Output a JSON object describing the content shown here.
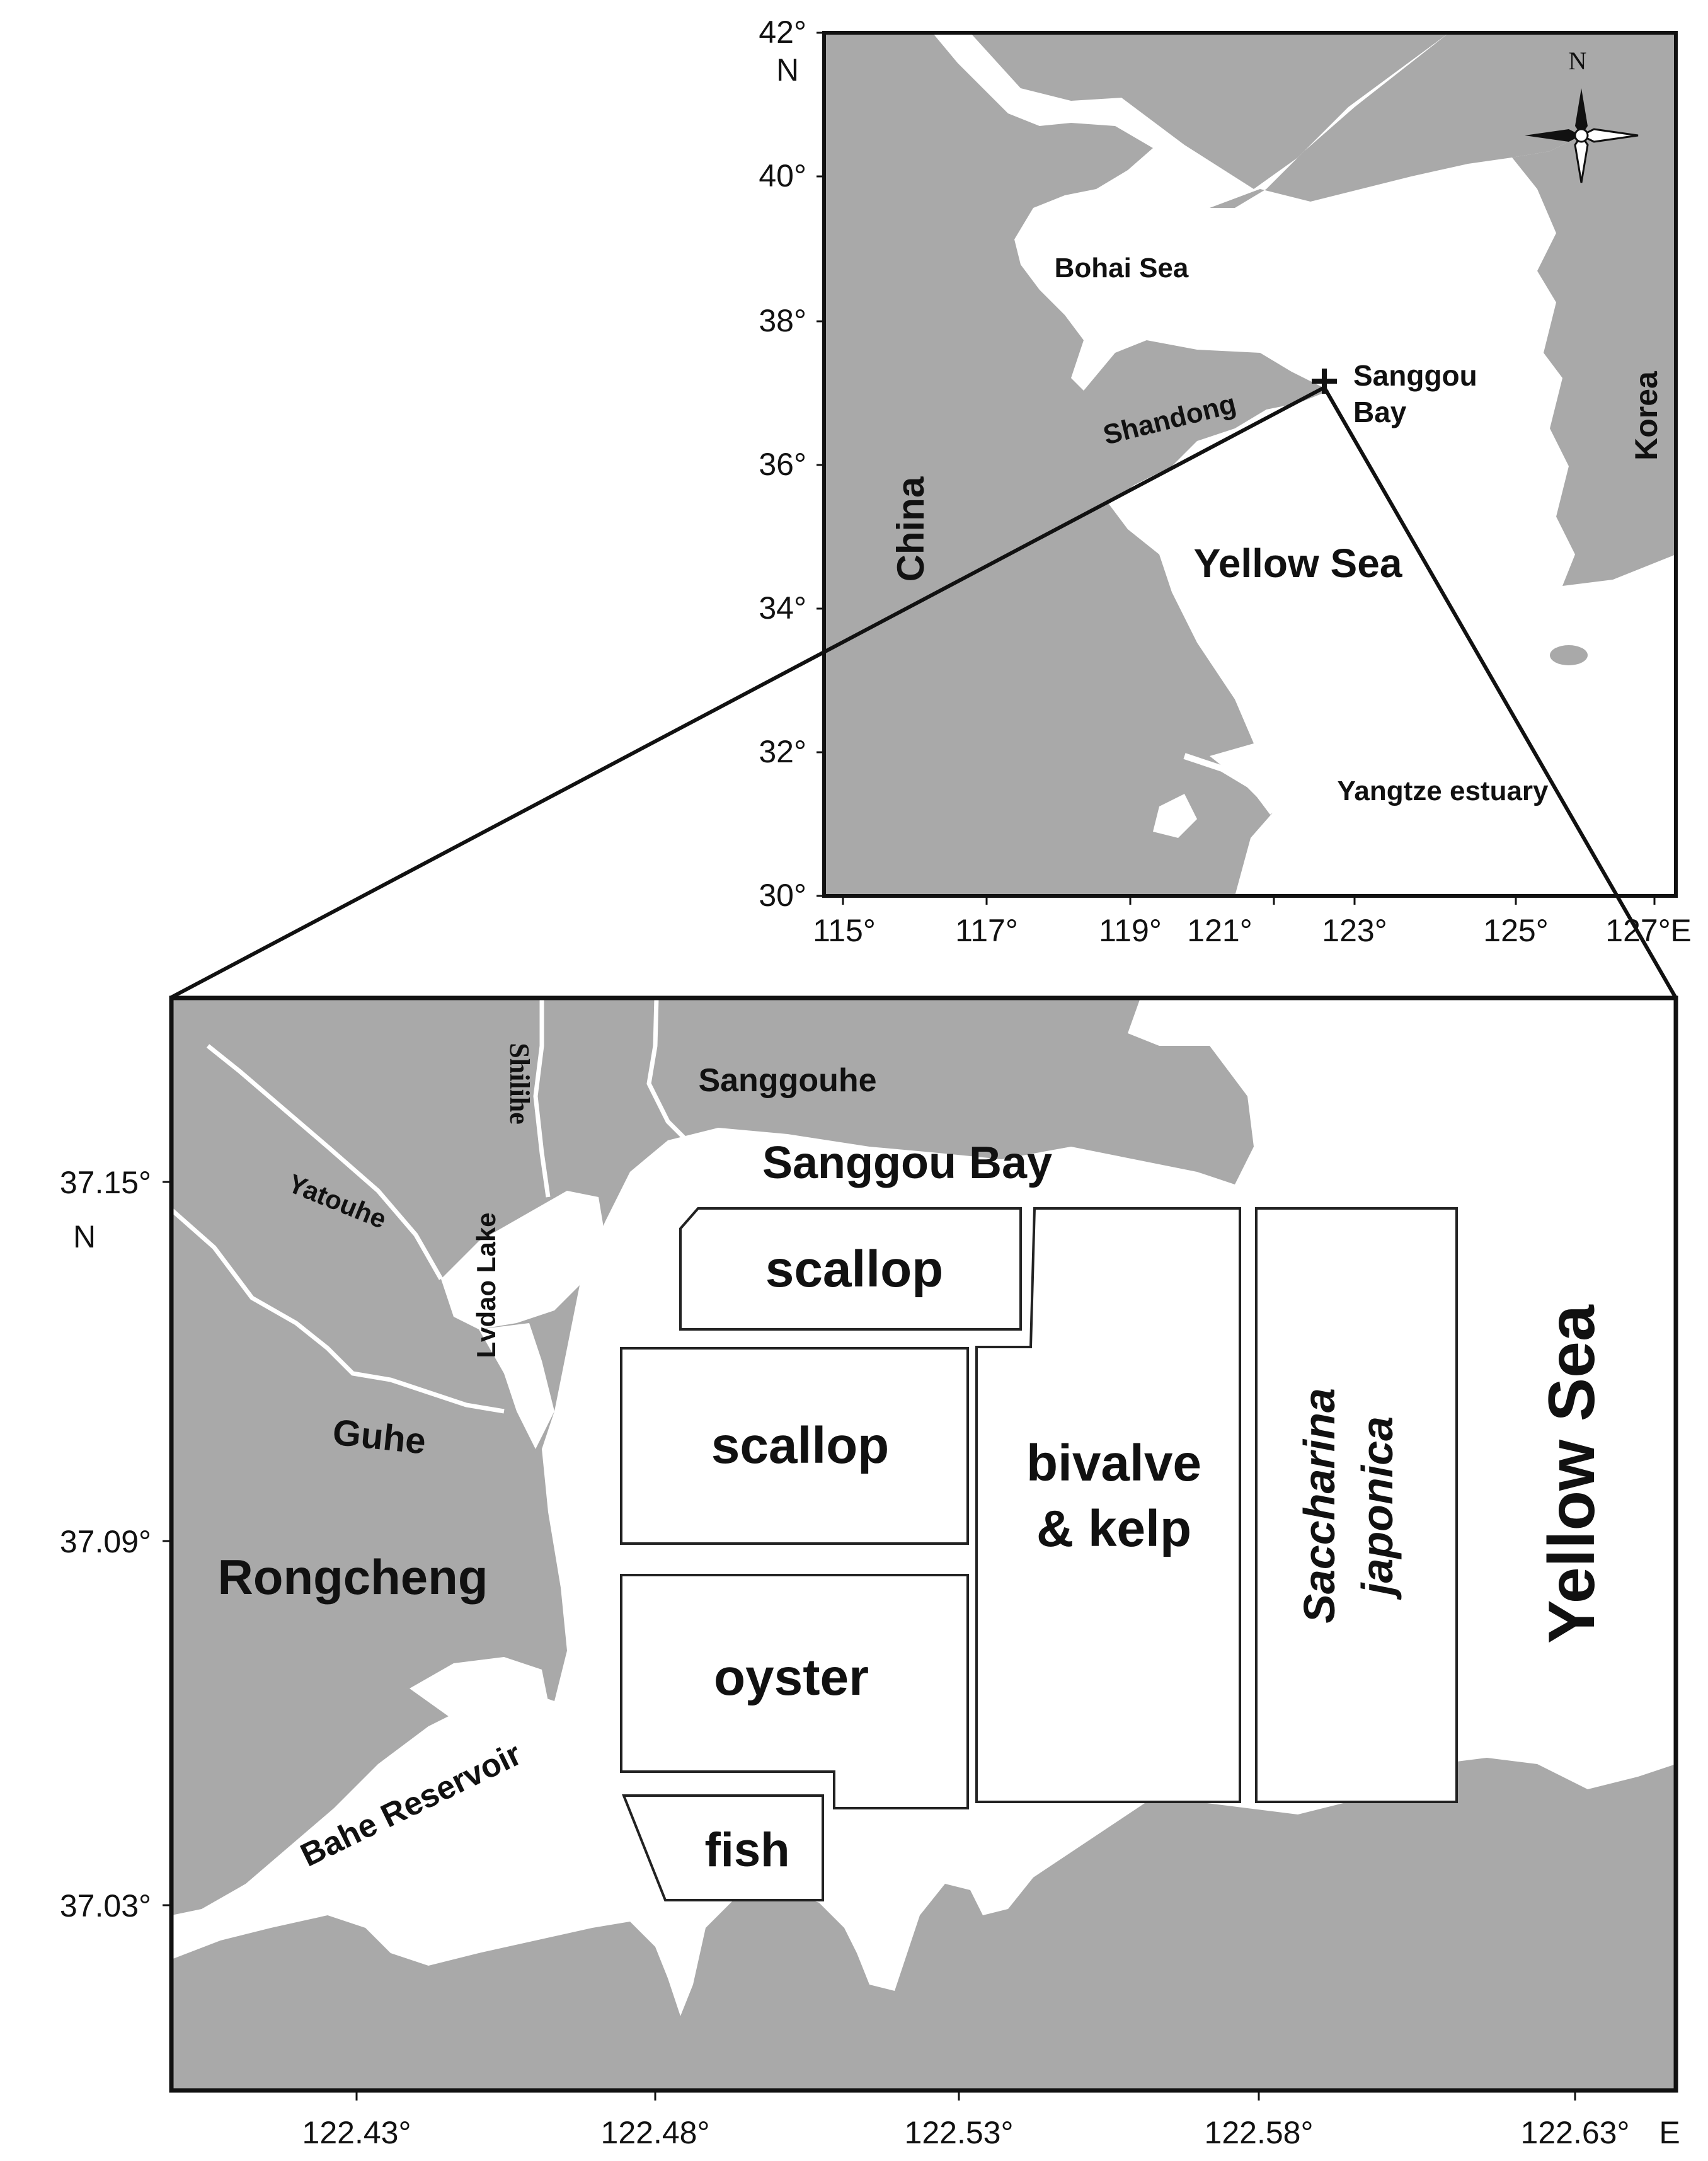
{
  "overview_map": {
    "lat_ticks": [
      "42°",
      "40°",
      "38°",
      "36°",
      "34°",
      "32°",
      "30°"
    ],
    "lat_unit": "N",
    "lon_ticks": [
      "115°",
      "117°",
      "119°",
      "121°",
      "123°",
      "125°",
      "127°"
    ],
    "lon_unit": "E",
    "compass_label": "N",
    "labels": {
      "bohai": "Bohai Sea",
      "shandong": "Shandong",
      "sanggou_line1": "Sanggou",
      "sanggou_line2": "Bay",
      "korea": "Korea",
      "china": "China",
      "yellow_sea": "Yellow Sea",
      "yangtze": "Yangtze estuary"
    }
  },
  "detail_map": {
    "lat_ticks": [
      "37.15°",
      "37.09°",
      "37.03°"
    ],
    "lat_unit": "N",
    "lon_ticks": [
      "122.43°",
      "122.48°",
      "122.53°",
      "122.58°",
      "122.63°"
    ],
    "lon_unit": "E",
    "labels": {
      "shilihe": "Shilihe",
      "sanggouhe": "Sanggouhe",
      "sanggou_bay": "Sanggou Bay",
      "yatouhe": "Yatouhe",
      "lvdao_lake": "Lvdao Lake",
      "guhe": "Guhe",
      "rongcheng": "Rongcheng",
      "bahe_reservoir": "Bahe Reservoir",
      "yellow_sea": "Yellow Sea"
    },
    "zones": {
      "scallop_north": "scallop",
      "scallop_south": "scallop",
      "oyster": "oyster",
      "fish": "fish",
      "bivalve_line1": "bivalve",
      "bivalve_line2": "& kelp",
      "saccharina_line1": "Saccharina",
      "saccharina_line2": "japonica"
    }
  },
  "colors": {
    "land": "#a9a9a9",
    "sea": "#ffffff",
    "frame": "#111111"
  }
}
